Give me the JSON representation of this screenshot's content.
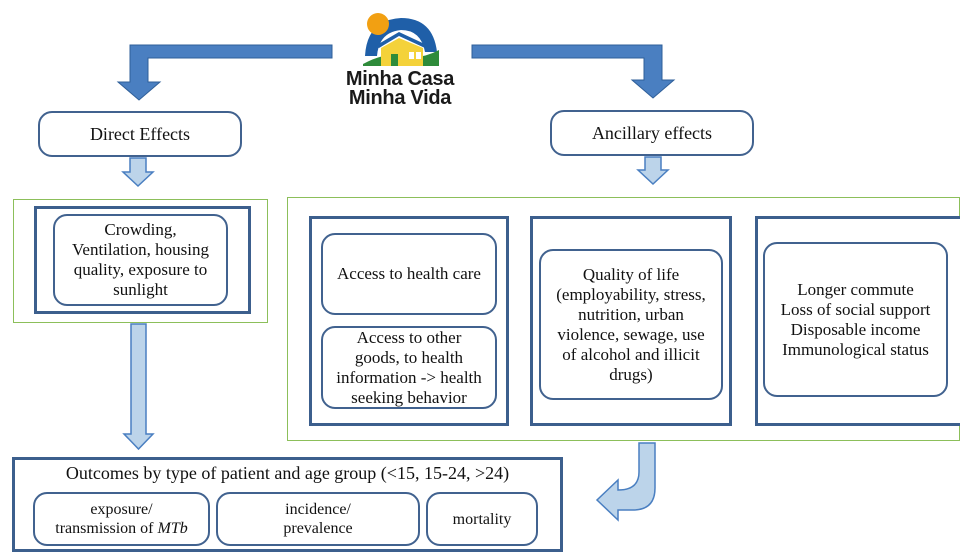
{
  "logo": {
    "line1": "Minha Casa",
    "line2": "Minha Vida"
  },
  "direct": {
    "header": "Direct Effects",
    "factors": [
      "Crowding,",
      "Ventilation, housing",
      "quality, exposure to",
      "sunlight"
    ]
  },
  "ancillary": {
    "header": "Ancillary effects",
    "health_care": "Access to health care",
    "other_goods": [
      "Access to other",
      "goods, to health",
      "information -> health",
      "seeking behavior"
    ],
    "quality": [
      "Quality of life",
      "(employability, stress,",
      "nutrition, urban",
      "violence, sewage, use",
      "of alcohol and illicit",
      "drugs)"
    ],
    "commute": [
      "Longer commute",
      "Loss of social support",
      "Disposable income",
      "Immunological status"
    ]
  },
  "outcomes": {
    "title": "Outcomes by type of patient and age group (<15, 15-24, >24)",
    "exposure_line1": "exposure/",
    "exposure_line2_prefix": "transmission of ",
    "exposure_line2_italic": "MTb",
    "incidence": [
      "incidence/",
      "prevalence"
    ],
    "mortality": "mortality"
  },
  "colors": {
    "arrow_dark": "#4a7fc1",
    "arrow_light": "#bcd4ea",
    "box_border": "#41628f",
    "green_border": "#8cbf5a"
  }
}
